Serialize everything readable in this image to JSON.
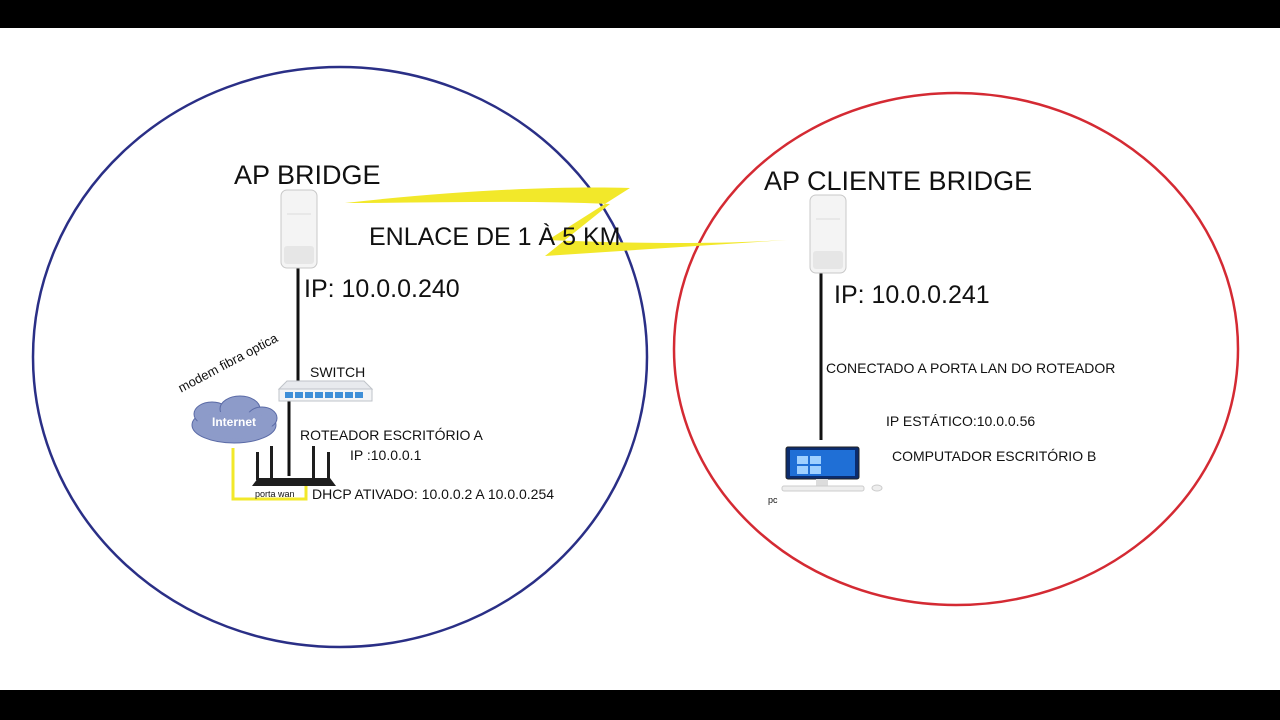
{
  "left_site": {
    "title": "AP BRIDGE",
    "ap_ip": "IP: 10.0.0.240",
    "switch_label": "SWITCH",
    "router_label": "ROTEADOR ESCRITÓRIO A",
    "router_ip": "IP :10.0.0.1",
    "dhcp": "DHCP ATIVADO: 10.0.0.2 A 10.0.0.254",
    "modem_label": "modem fibra optica",
    "cloud_label": "Internet",
    "wan_port_label": "porta wan"
  },
  "link": {
    "label": "ENLACE DE 1 À 5 KM"
  },
  "right_site": {
    "title": "AP CLIENTE BRIDGE",
    "ap_ip": "IP: 10.0.0.241",
    "connection_note": "CONECTADO A PORTA LAN DO ROTEADOR",
    "static_ip": "IP ESTÁTICO:10.0.0.56",
    "computer_label": "COMPUTADOR ESCRITÓRIO B",
    "pc_caption": "pc"
  },
  "colors": {
    "left_circle": "#2a2f86",
    "right_circle": "#d42a33",
    "link": "#f2e82a",
    "wan_cable": "#f2e82a",
    "switch_ports": "#3f8fd8",
    "cloud": "#8d9bc9"
  }
}
